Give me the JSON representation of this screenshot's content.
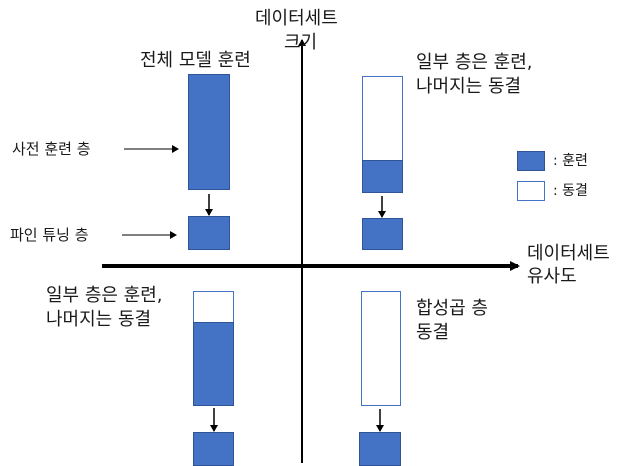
{
  "axes": {
    "y_label_line1": "데이터세트",
    "y_label_line2": "크기",
    "x_label_line1": "데이터세트",
    "x_label_line2": "유사도"
  },
  "quadrants": {
    "top_left": {
      "title": "전체 모델 훈련"
    },
    "top_right": {
      "title_line1": "일부 층은 훈련,",
      "title_line2": "나머지는 동결"
    },
    "bottom_left": {
      "title_line1": "일부 층은 훈련,",
      "title_line2": "나머지는 동결"
    },
    "bottom_right": {
      "title_line1": "합성곱 층",
      "title_line2": "동결"
    }
  },
  "side_labels": {
    "pretrained": "사전 훈련 층",
    "finetune": "파인 튜닝 층"
  },
  "legend": {
    "trained": ": 훈련",
    "frozen": ": 동결"
  },
  "colors": {
    "trained": "#4472c4",
    "frozen": "#ffffff",
    "axis": "#000000"
  }
}
